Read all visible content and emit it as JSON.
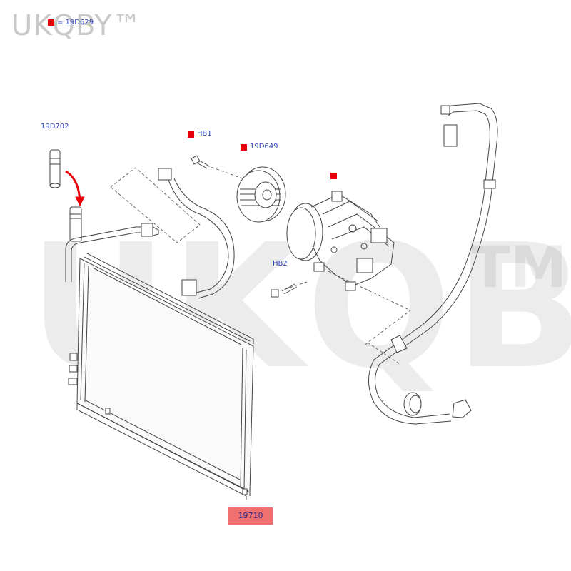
{
  "watermark": {
    "text": "UKQBY™",
    "main": "UKQBY",
    "tm": "TM"
  },
  "legend": {
    "equals_text": "= 19D629",
    "marker_color": "#e8000b"
  },
  "labels": {
    "drier_cap": "19D702",
    "bolt_hb1": "HB1",
    "pulley": "19D649",
    "bolt_hb2": "HB2",
    "condenser": "19710"
  },
  "colors": {
    "label_text": "#2b3fc0",
    "marker": "#e8000b",
    "part_box": "#f07070",
    "line_art": "#333333"
  }
}
